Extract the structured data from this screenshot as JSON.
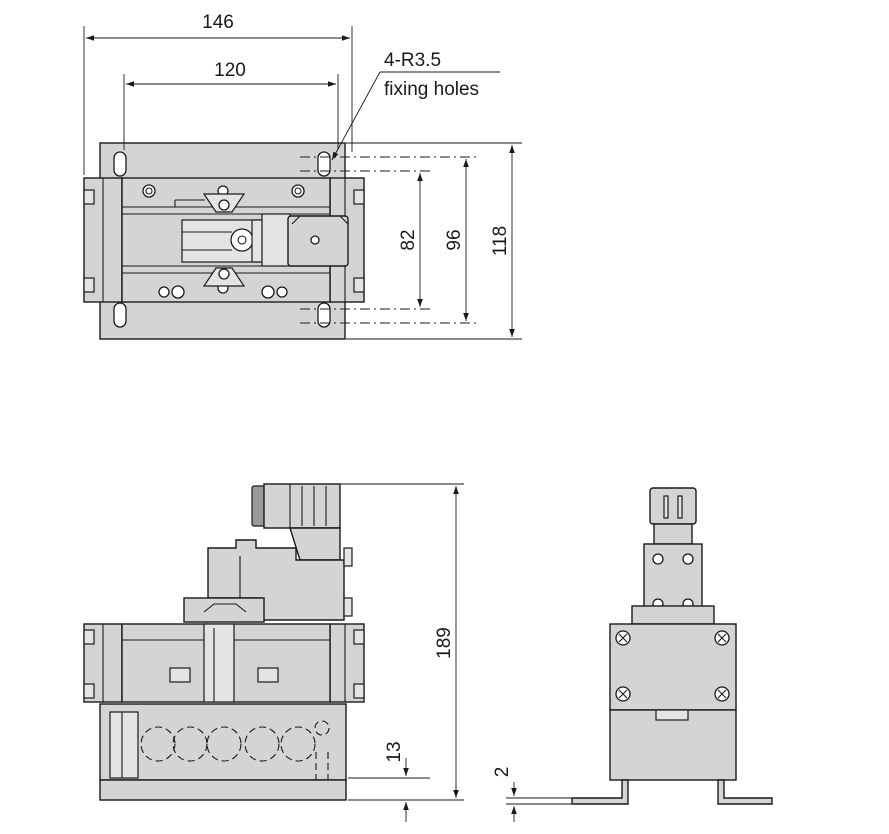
{
  "top_view": {
    "dim_width_overall": "146",
    "dim_width_holes": "120",
    "dim_height_holes_inner": "82",
    "dim_height_holes_outer": "96",
    "dim_height_overall": "118",
    "callout_line1": "4-R3.5",
    "callout_line2": "fixing holes"
  },
  "front_view": {
    "dim_total_height": "189",
    "dim_base_height": "13"
  },
  "side_view": {
    "dim_bracket_thickness": "2"
  }
}
